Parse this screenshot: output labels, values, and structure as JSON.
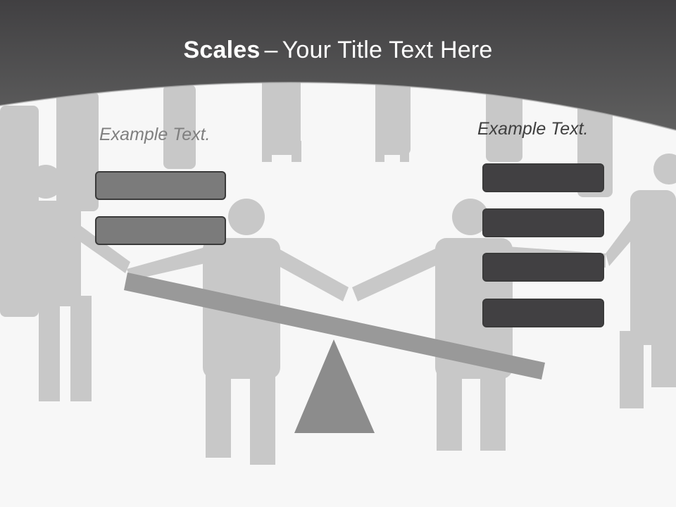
{
  "title": {
    "bold": "Scales",
    "separator": "–",
    "rest": "Your Title Text Here"
  },
  "left_panel": {
    "label": "Example Text.",
    "box_count": 2
  },
  "right_panel": {
    "label": "Example Text.",
    "box_count": 4
  },
  "colors": {
    "header_dark": "#414042",
    "header_light": "#5f5f5f",
    "silhouette": "#c8c8c8",
    "background": "#f7f7f7",
    "scale_beam": "#999999",
    "fulcrum": "#8c8c8c",
    "left_box_fill": "#7b7b7b",
    "right_box_fill": "#414042"
  },
  "icons": {
    "scale": "seesaw-scale-icon",
    "background": "people-holding-hands-silhouettes"
  }
}
